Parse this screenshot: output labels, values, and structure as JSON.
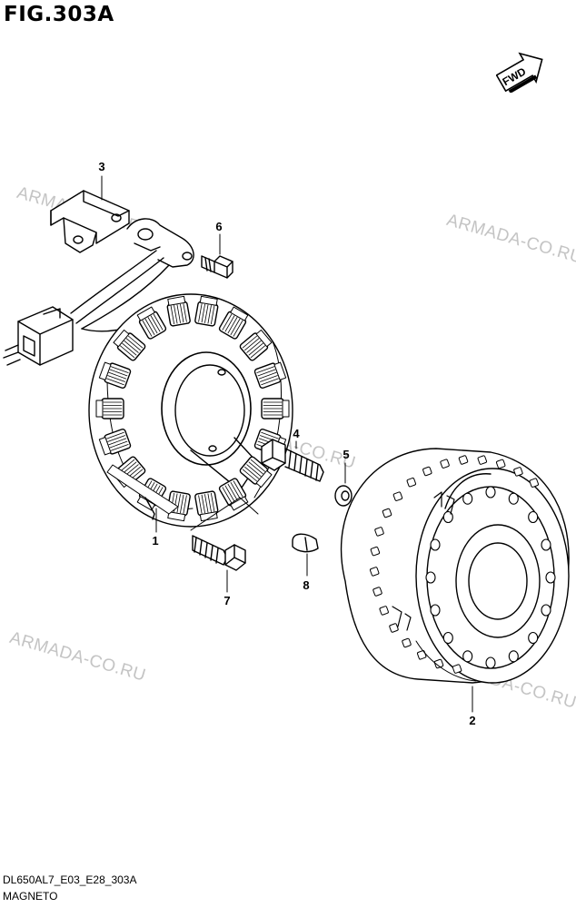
{
  "figure": {
    "title": "FIG.303A",
    "code": "DL650AL7_E03_E28_303A",
    "name": "MAGNETO"
  },
  "direction_badge": "FWD",
  "watermark": "ARMADA-CO.RU",
  "callouts": {
    "c1": "1",
    "c2": "2",
    "c3": "3",
    "c4": "4",
    "c5": "5",
    "c6": "6",
    "c7": "7",
    "c8": "8"
  }
}
